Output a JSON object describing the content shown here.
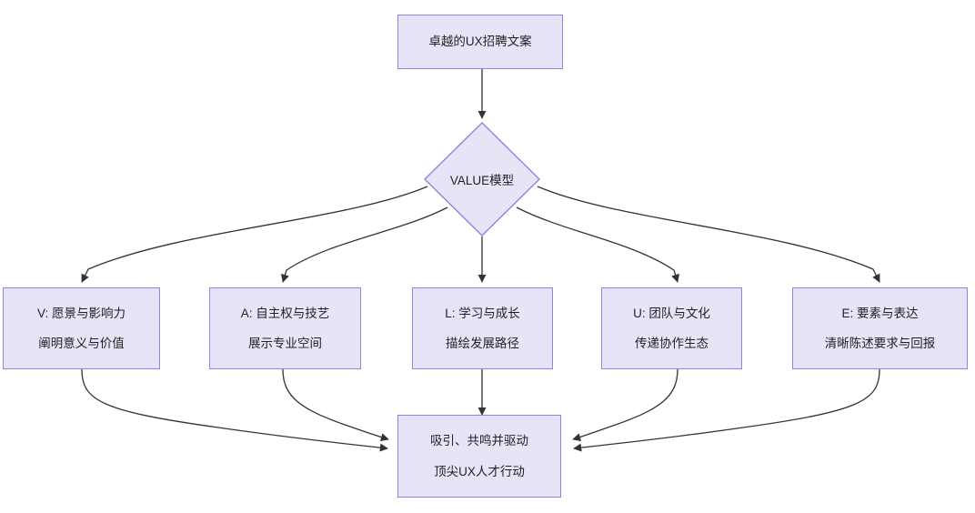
{
  "diagram": {
    "type": "flowchart",
    "direction": "top-down",
    "theme": {
      "node_fill": "#e8e4f8",
      "node_border": "#9a7ee0",
      "edge_color": "#333333",
      "text_color": "#1f2023",
      "background": "#ffffff"
    },
    "nodes": {
      "start": {
        "id": "start",
        "shape": "rect",
        "lines": [
          "卓越的UX招聘文案"
        ]
      },
      "model": {
        "id": "model",
        "shape": "diamond",
        "lines": [
          "VALUE模型"
        ]
      },
      "v": {
        "id": "v",
        "shape": "rect",
        "lines": [
          "V: 愿景与影响力",
          "阐明意义与价值"
        ]
      },
      "a": {
        "id": "a",
        "shape": "rect",
        "lines": [
          "A: 自主权与技艺",
          "展示专业空间"
        ]
      },
      "l": {
        "id": "l",
        "shape": "rect",
        "lines": [
          "L: 学习与成长",
          "描绘发展路径"
        ]
      },
      "u": {
        "id": "u",
        "shape": "rect",
        "lines": [
          "U: 团队与文化",
          "传递协作生态"
        ]
      },
      "e": {
        "id": "e",
        "shape": "rect",
        "lines": [
          "E: 要素与表达",
          "清晰陈述要求与回报"
        ]
      },
      "outcome": {
        "id": "outcome",
        "shape": "rect",
        "lines": [
          "吸引、共鸣并驱动",
          "顶尖UX人才行动"
        ]
      }
    },
    "edges": [
      {
        "from": "start",
        "to": "model",
        "label": ""
      },
      {
        "from": "model",
        "to": "v",
        "label": ""
      },
      {
        "from": "model",
        "to": "a",
        "label": ""
      },
      {
        "from": "model",
        "to": "l",
        "label": ""
      },
      {
        "from": "model",
        "to": "u",
        "label": ""
      },
      {
        "from": "model",
        "to": "e",
        "label": ""
      },
      {
        "from": "v",
        "to": "outcome",
        "label": ""
      },
      {
        "from": "a",
        "to": "outcome",
        "label": ""
      },
      {
        "from": "l",
        "to": "outcome",
        "label": ""
      },
      {
        "from": "u",
        "to": "outcome",
        "label": ""
      },
      {
        "from": "e",
        "to": "outcome",
        "label": ""
      }
    ]
  }
}
